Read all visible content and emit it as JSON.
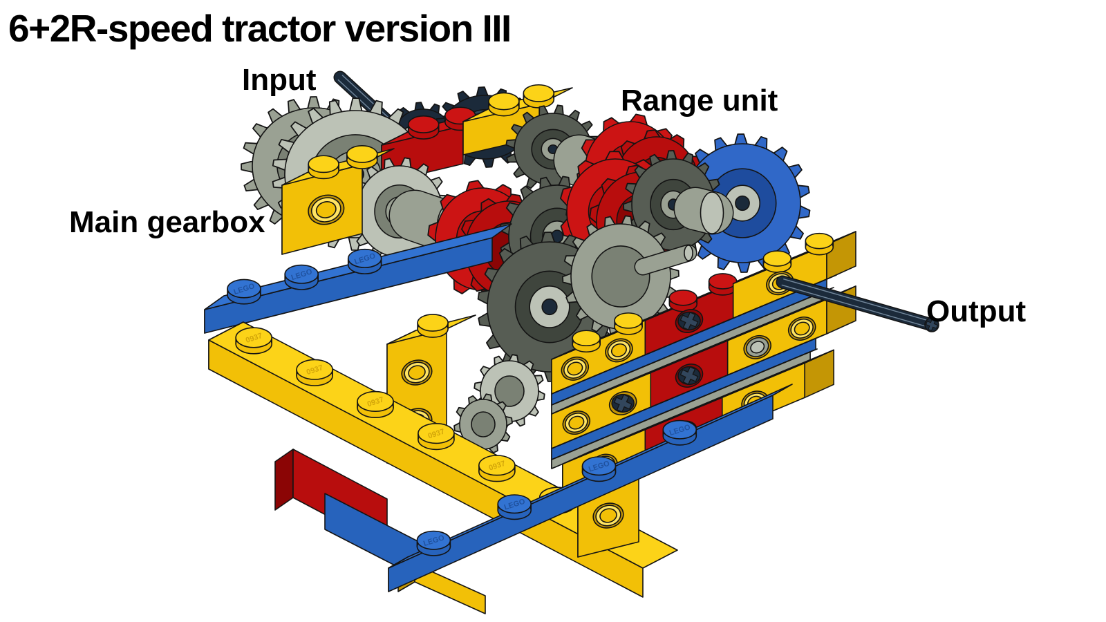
{
  "title": "6+2R-speed tractor version III",
  "labels": {
    "input": "Input",
    "range_unit": "Range unit",
    "main_gearbox": "Main gearbox",
    "output": "Output"
  },
  "stud_embossings": [
    "LEGO",
    "0937"
  ],
  "colors": {
    "background": "#ffffff",
    "text": "#000000",
    "outline": "#141414",
    "yellow_top": "#FCD318",
    "yellow_front": "#F2C007",
    "yellow_side": "#C49605",
    "yellow_bright": "#FFE462",
    "red_top": "#CC1414",
    "red_front": "#B80D0D",
    "red_side": "#8B0505",
    "blue_top": "#3273D2",
    "blue_front": "#2763BC",
    "blue_side": "#1A478F",
    "gray_light": "#BCC2B6",
    "gray_mid": "#9AA193",
    "gray_dark": "#7A8174",
    "gray_deep": "#5F675A",
    "dkgray": "#575D54",
    "dkgray_light": "#6E746B",
    "dkgray_side": "#3F453D",
    "navy": "#1B2A3A",
    "navy_light": "#32465C",
    "navy_ridge": "#8399AE",
    "blue_gear": "#3068C8",
    "blue_gear_dark": "#1E4C9E"
  }
}
